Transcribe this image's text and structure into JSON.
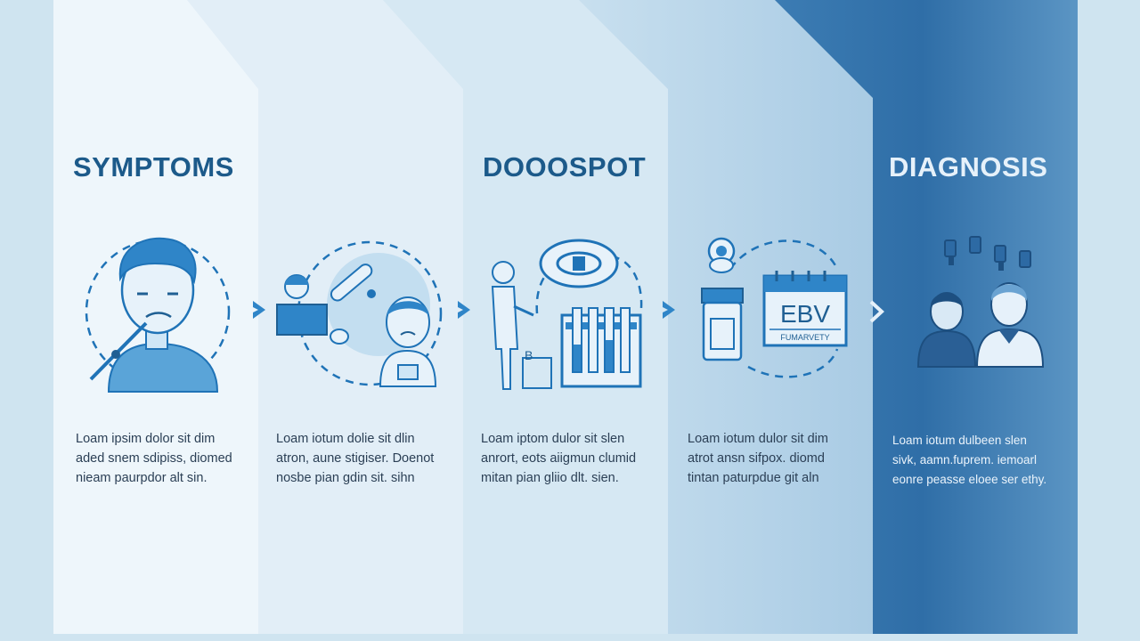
{
  "stages": [
    {
      "heading": "SYMPTOMS",
      "lines": [
        "Loam ipsim dolor sit dim",
        "aded snem sdipiss, diomed",
        "nieam paurpdor alt sin."
      ]
    },
    {
      "heading": "",
      "lines": [
        "Loam iotum dolie sit dlin",
        "atron, aune stigiser. Doenot",
        "nosbe pian gdin sit. sihn"
      ]
    },
    {
      "heading": "DOOOSPOT",
      "lines": [
        "Loam iptom dulor sit slen",
        "anrort, eots aiigmun clumid",
        "mitan pian gliio dlt. sien."
      ]
    },
    {
      "heading": "",
      "lines": [
        "Loam iotum dulor sit dim",
        "atrot ansn sifpox. diomd",
        "tintan paturpdue git aln"
      ],
      "badge": {
        "main": "EBV",
        "sub": "FUMARVETY"
      }
    },
    {
      "heading": "DIAGNOSIS",
      "lines": [
        "Loam iotum dulbeen slen",
        "sivk, aamn.fuprem. iemoarl",
        "eonre peasse eloee ser ethy."
      ]
    }
  ],
  "icons": {
    "stage1": "sick-person-icon",
    "stage2": "doctor-consultation-icon",
    "stage3": "lab-testing-icon",
    "stage4": "test-results-icon",
    "stage5": "doctor-patient-icon",
    "connector": "chevron-right-icon"
  },
  "colors": {
    "panel1": "#eef6fb",
    "panel2": "#e1eef7",
    "panel3": "#d2e6f2",
    "panel4": "#b9d6ea",
    "panel5": "#2f6fa8",
    "icon": "#1f73b7",
    "heading": "#1c5a8a",
    "heading_light": "#e6f1fa"
  }
}
